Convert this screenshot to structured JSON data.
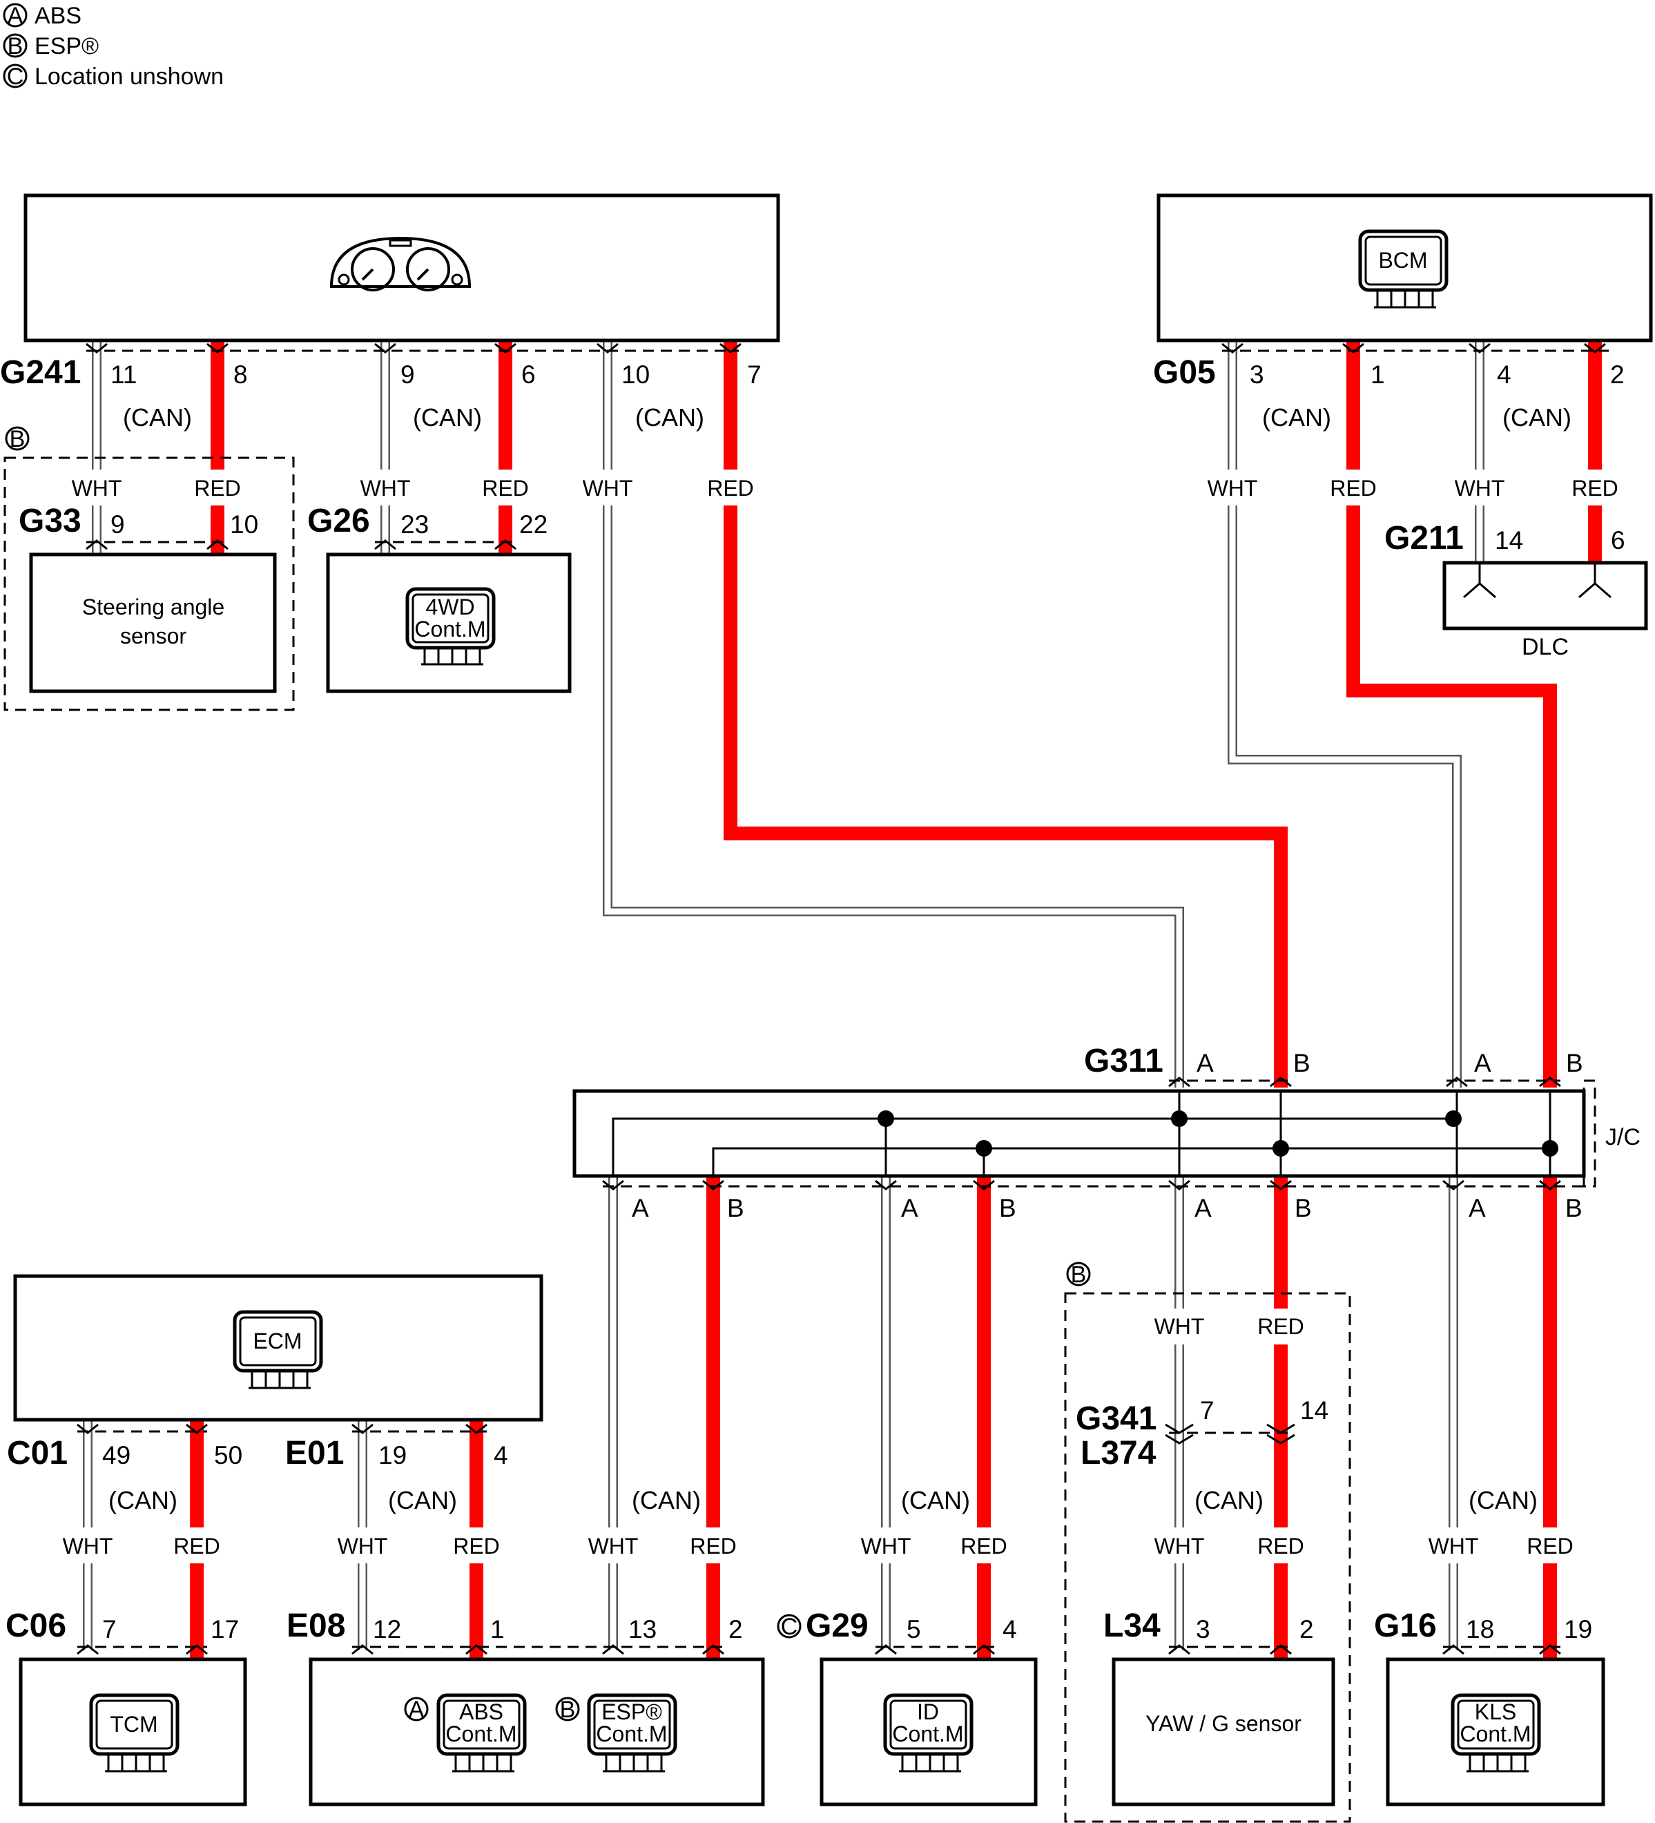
{
  "legend": [
    {
      "mark": "A",
      "text": "ABS"
    },
    {
      "mark": "B",
      "text": "ESP®"
    },
    {
      "mark": "C",
      "text": "Location unshown"
    }
  ],
  "colors": {
    "red_wire": "#ff0000",
    "wht_wire": "#ffffff"
  },
  "can_label": "(CAN)",
  "wht_label": "WHT",
  "red_label": "RED",
  "modules": {
    "meter": {
      "icon": "instrument-cluster-icon"
    },
    "bcm": {
      "label": "BCM"
    },
    "steering": {
      "line1": "Steering angle",
      "line2": "sensor",
      "option_mark": "B"
    },
    "fwd": {
      "line1": "4WD",
      "line2": "Cont.M"
    },
    "dlc": {
      "label": "DLC"
    },
    "jc": {
      "label": "J/C"
    },
    "ecm": {
      "label": "ECM"
    },
    "tcm": {
      "label": "TCM"
    },
    "abs": {
      "mark": "A",
      "line1": "ABS",
      "line2": "Cont.M"
    },
    "esp": {
      "mark": "B",
      "line1": "ESP®",
      "line2": "Cont.M"
    },
    "id": {
      "line1": "ID",
      "line2": "Cont.M"
    },
    "yaw": {
      "label": "YAW / G sensor",
      "option_mark": "B"
    },
    "kls": {
      "line1": "KLS",
      "line2": "Cont.M"
    }
  },
  "connectors": {
    "g241": {
      "name": "G241",
      "pins": [
        "11",
        "8",
        "9",
        "6",
        "10",
        "7"
      ]
    },
    "g05": {
      "name": "G05",
      "pins": [
        "3",
        "1",
        "4",
        "2"
      ]
    },
    "g33": {
      "name": "G33",
      "pins": [
        "9",
        "10"
      ]
    },
    "g26": {
      "name": "G26",
      "pins": [
        "23",
        "22"
      ]
    },
    "g211": {
      "name": "G211",
      "pins": [
        "14",
        "6"
      ]
    },
    "g311": {
      "name": "G311",
      "pins": [
        "A",
        "B",
        "A",
        "B"
      ]
    },
    "jc_bottom": {
      "pins": [
        "A",
        "B",
        "A",
        "B",
        "A",
        "B",
        "A",
        "B"
      ]
    },
    "c01": {
      "name": "C01",
      "pins": [
        "49",
        "50"
      ]
    },
    "e01": {
      "name": "E01",
      "pins": [
        "19",
        "4"
      ]
    },
    "c06": {
      "name": "C06",
      "pins": [
        "7",
        "17"
      ]
    },
    "e08": {
      "name": "E08",
      "pins": [
        "12",
        "1",
        "13",
        "2"
      ]
    },
    "g29": {
      "name": "G29",
      "mark": "C",
      "pins": [
        "5",
        "4"
      ]
    },
    "g341": {
      "name": "G341",
      "pins": [
        "7",
        "14"
      ]
    },
    "l374": {
      "name": "L374"
    },
    "l34": {
      "name": "L34",
      "pins": [
        "3",
        "2"
      ]
    },
    "g16": {
      "name": "G16",
      "pins": [
        "18",
        "19"
      ]
    }
  }
}
